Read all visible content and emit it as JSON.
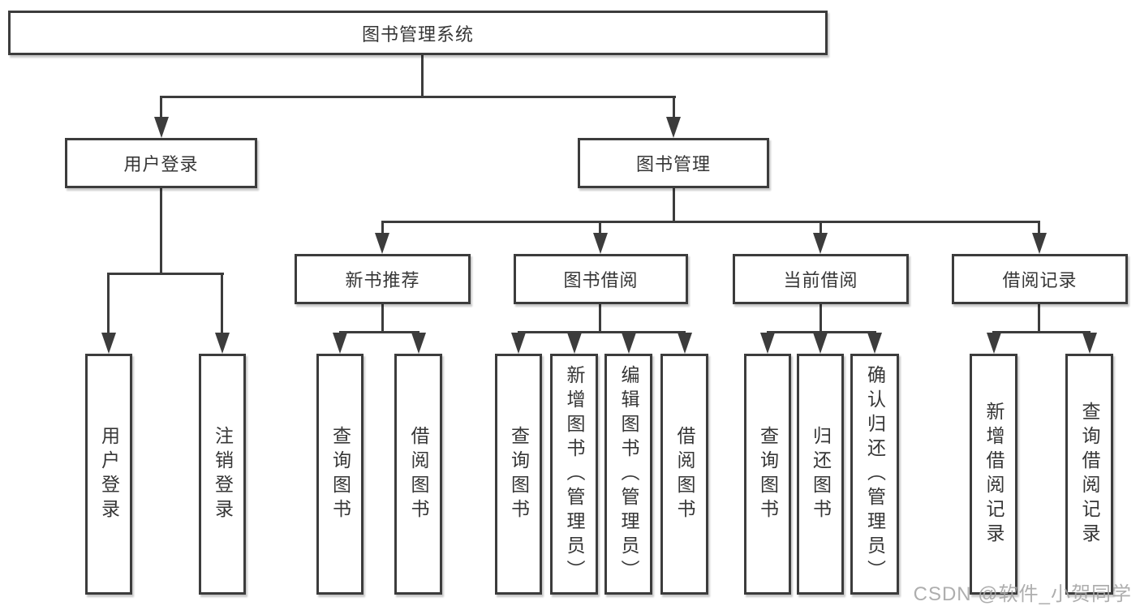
{
  "tree": {
    "root": {
      "label": "图书管理系统",
      "children": [
        {
          "label": "用户登录",
          "children": [
            {
              "label": "用户登录"
            },
            {
              "label": "注销登录"
            }
          ]
        },
        {
          "label": "图书管理",
          "children": [
            {
              "label": "新书推荐",
              "children": [
                {
                  "label": "查询图书"
                },
                {
                  "label": "借阅图书"
                }
              ]
            },
            {
              "label": "图书借阅",
              "children": [
                {
                  "label": "查询图书"
                },
                {
                  "label": "新增图书（管理员）"
                },
                {
                  "label": "编辑图书（管理员）"
                },
                {
                  "label": "借阅图书"
                }
              ]
            },
            {
              "label": "当前借阅",
              "children": [
                {
                  "label": "查询图书"
                },
                {
                  "label": "归还图书"
                },
                {
                  "label": "确认归还（管理员）"
                }
              ]
            },
            {
              "label": "借阅记录",
              "children": [
                {
                  "label": "新增借阅记录"
                },
                {
                  "label": "查询借阅记录"
                }
              ]
            }
          ]
        }
      ]
    }
  },
  "watermark": {
    "text": "CSDN @软件_小贺同学"
  },
  "colors": {
    "line": "#3c3c3c",
    "text": "#363636",
    "background": "#ffffff",
    "watermark": "#a5a5a5"
  }
}
